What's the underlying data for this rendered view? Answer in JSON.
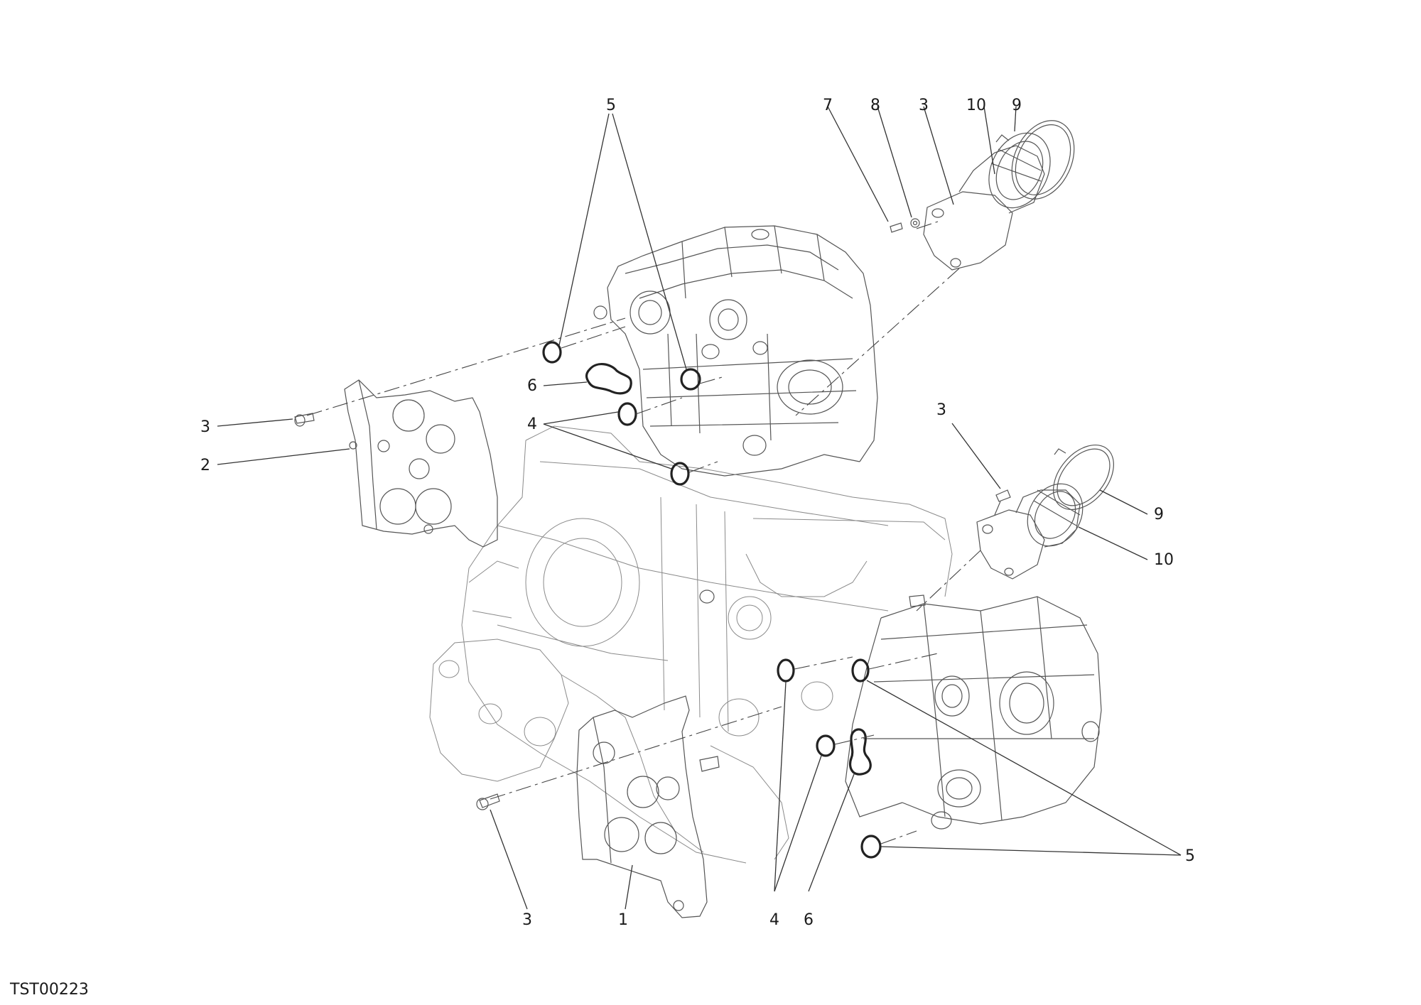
{
  "diagram": {
    "drawing_code": "TST00223",
    "callouts": [
      {
        "id": "c5-top",
        "label": "5"
      },
      {
        "id": "c7",
        "label": "7"
      },
      {
        "id": "c8",
        "label": "8"
      },
      {
        "id": "c3-top",
        "label": "3"
      },
      {
        "id": "c10-top",
        "label": "10"
      },
      {
        "id": "c9-top",
        "label": "9"
      },
      {
        "id": "c6-left",
        "label": "6"
      },
      {
        "id": "c4-left",
        "label": "4"
      },
      {
        "id": "c3-left",
        "label": "3"
      },
      {
        "id": "c2",
        "label": "2"
      },
      {
        "id": "c3-right",
        "label": "3"
      },
      {
        "id": "c9-right",
        "label": "9"
      },
      {
        "id": "c10-right",
        "label": "10"
      },
      {
        "id": "c5-right",
        "label": "5"
      },
      {
        "id": "c3-bottom",
        "label": "3"
      },
      {
        "id": "c1",
        "label": "1"
      },
      {
        "id": "c4-bottom",
        "label": "4"
      },
      {
        "id": "c6-bottom",
        "label": "6"
      }
    ]
  }
}
